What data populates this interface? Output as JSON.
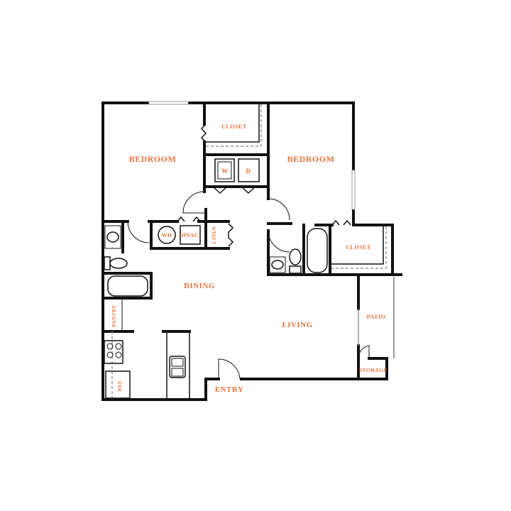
{
  "floorplan": {
    "rooms": {
      "bedroom_1": "BEDROOM",
      "bedroom_2": "BEDROOM",
      "closet_1": "CLOSET",
      "closet_2": "CLOSET",
      "washer": "W",
      "dryer": "D",
      "water_heater": "WH",
      "hvac": "HVAC",
      "linen": "LINEN",
      "dining": "DINING",
      "living": "LIVING",
      "patio": "PATIO",
      "storage": "STORAGE",
      "pantry": "PANTRY",
      "refrigerator": "REF.",
      "entry": "ENTRY"
    },
    "colors": {
      "label": "#e8743b",
      "wall": "#111111"
    }
  }
}
